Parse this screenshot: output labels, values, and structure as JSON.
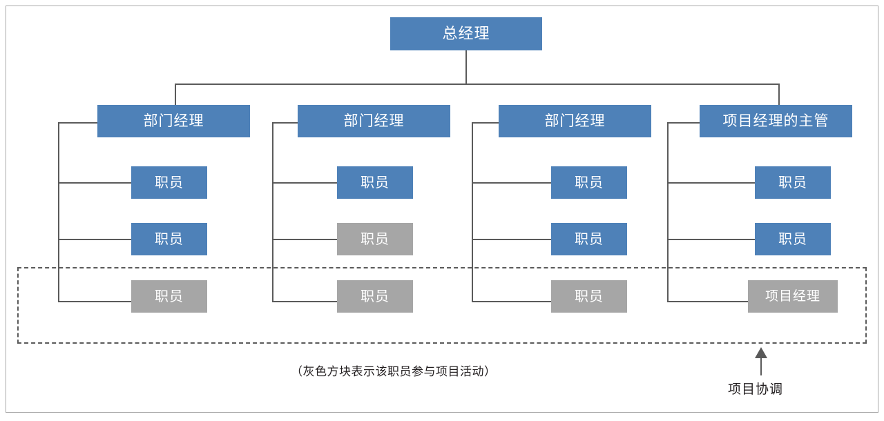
{
  "diagram": {
    "title_box": {
      "label": "总经理",
      "color": "#4e81b8"
    },
    "colors": {
      "node_blue": "#4e81b8",
      "node_gray": "#a6a6a6",
      "connector": "#5a5a5a",
      "text_on_node": "#ffffff",
      "caption_text": "#231f20",
      "frame_border": "#a8a8a8"
    },
    "columns": [
      {
        "head": {
          "label": "部门经理",
          "color": "#4e81b8"
        },
        "members": [
          {
            "label": "职员",
            "color": "#4e81b8"
          },
          {
            "label": "职员",
            "color": "#4e81b8"
          },
          {
            "label": "职员",
            "color": "#a6a6a6"
          }
        ]
      },
      {
        "head": {
          "label": "部门经理",
          "color": "#4e81b8"
        },
        "members": [
          {
            "label": "职员",
            "color": "#4e81b8"
          },
          {
            "label": "职员",
            "color": "#a6a6a6"
          },
          {
            "label": "职员",
            "color": "#a6a6a6"
          }
        ]
      },
      {
        "head": {
          "label": "部门经理",
          "color": "#4e81b8"
        },
        "members": [
          {
            "label": "职员",
            "color": "#4e81b8"
          },
          {
            "label": "职员",
            "color": "#4e81b8"
          },
          {
            "label": "职员",
            "color": "#a6a6a6"
          }
        ]
      },
      {
        "head": {
          "label": "项目经理的主管",
          "color": "#4e81b8"
        },
        "members": [
          {
            "label": "职员",
            "color": "#4e81b8"
          },
          {
            "label": "职员",
            "color": "#4e81b8"
          },
          {
            "label": "项目经理",
            "color": "#a6a6a6"
          }
        ]
      }
    ],
    "project_boundary": {
      "style": "dashed"
    },
    "caption": "（灰色方块表示该职员参与项目活动）",
    "coordination_label": "项目协调"
  }
}
